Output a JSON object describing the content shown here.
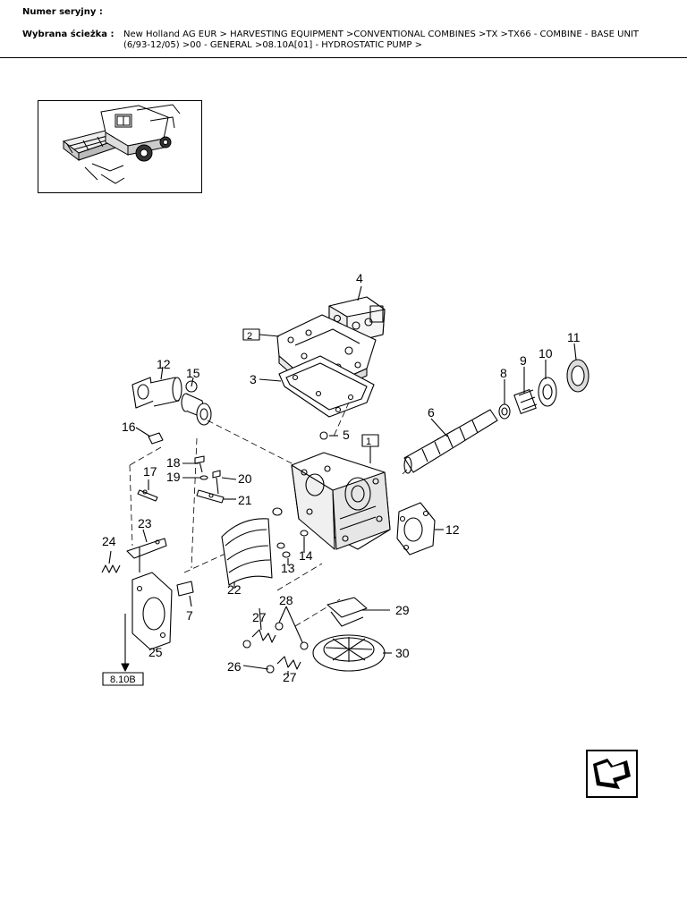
{
  "header": {
    "serial_label": "Numer seryjny :",
    "serial_value": "",
    "path_label": "Wybrana ścieżka :",
    "path_value": "New Holland AG EUR > HARVESTING EQUIPMENT >CONVENTIONAL COMBINES >TX >TX66 - COMBINE - BASE UNIT (6/93-12/05) >00 - GENERAL >08.10A[01] - HYDROSTATIC PUMP >"
  },
  "diagram": {
    "callouts": [
      "1",
      "2",
      "3",
      "4",
      "5",
      "6",
      "7",
      "8",
      "9",
      "10",
      "11",
      "12",
      "12",
      "13",
      "14",
      "15",
      "16",
      "17",
      "18",
      "19",
      "20",
      "21",
      "22",
      "23",
      "24",
      "25",
      "26",
      "27",
      "27",
      "28",
      "29",
      "30"
    ],
    "ref_label": "8.10B"
  },
  "icons": {
    "thumbnail": "combine-harvester-thumbnail",
    "navigation": "next-page-arrow-icon"
  }
}
